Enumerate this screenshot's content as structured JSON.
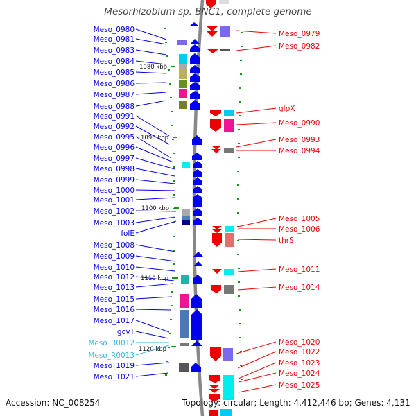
{
  "title": "Mesorhizobium sp. BNC1, complete genome",
  "footer": {
    "accession": "Accession: NC_008254",
    "summary": "Topology: circular; Length: 4,412,446 bp; Genes: 4,131"
  },
  "colors": {
    "forward_cds": "#0000ee",
    "reverse_cds": "#ee0000",
    "rna_label": "#33bbdd",
    "backbone": "#888888",
    "tick": "#119911"
  },
  "ticks": [
    "1080 kbp",
    "1090 kbp",
    "1100 kbp",
    "1110 kbp",
    "1120 kbp"
  ],
  "left_labels": [
    {
      "text": "Meso_0980",
      "kind": "cds"
    },
    {
      "text": "Meso_0981",
      "kind": "cds"
    },
    {
      "text": "Meso_0983",
      "kind": "cds"
    },
    {
      "text": "Meso_0984",
      "kind": "cds"
    },
    {
      "text": "Meso_0985",
      "kind": "cds"
    },
    {
      "text": "Meso_0986",
      "kind": "cds"
    },
    {
      "text": "Meso_0987",
      "kind": "cds"
    },
    {
      "text": "Meso_0988",
      "kind": "cds"
    },
    {
      "text": "Meso_0991",
      "kind": "cds"
    },
    {
      "text": "Meso_0992",
      "kind": "cds"
    },
    {
      "text": "Meso_0995",
      "kind": "cds"
    },
    {
      "text": "Meso_0996",
      "kind": "cds"
    },
    {
      "text": "Meso_0997",
      "kind": "cds"
    },
    {
      "text": "Meso_0998",
      "kind": "cds"
    },
    {
      "text": "Meso_0999",
      "kind": "cds"
    },
    {
      "text": "Meso_1000",
      "kind": "cds"
    },
    {
      "text": "Meso_1001",
      "kind": "cds"
    },
    {
      "text": "Meso_1002",
      "kind": "cds"
    },
    {
      "text": "Meso_1003",
      "kind": "cds"
    },
    {
      "text": "folE",
      "kind": "cds"
    },
    {
      "text": "Meso_1008",
      "kind": "cds"
    },
    {
      "text": "Meso_1009",
      "kind": "cds"
    },
    {
      "text": "Meso_1010",
      "kind": "cds"
    },
    {
      "text": "Meso_1012",
      "kind": "cds"
    },
    {
      "text": "Meso_1013",
      "kind": "cds"
    },
    {
      "text": "Meso_1015",
      "kind": "cds"
    },
    {
      "text": "Meso_1016",
      "kind": "cds"
    },
    {
      "text": "Meso_1017",
      "kind": "cds"
    },
    {
      "text": "gcvT",
      "kind": "cds"
    },
    {
      "text": "Meso_R0012",
      "kind": "rna"
    },
    {
      "text": "Meso_R0013",
      "kind": "rna"
    },
    {
      "text": "Meso_1019",
      "kind": "cds"
    },
    {
      "text": "Meso_1021",
      "kind": "cds"
    }
  ],
  "right_labels": [
    {
      "text": "Meso_0979"
    },
    {
      "text": "Meso_0982"
    },
    {
      "text": "glpX"
    },
    {
      "text": "Meso_0990"
    },
    {
      "text": "Meso_0993"
    },
    {
      "text": "Meso_0994"
    },
    {
      "text": "Meso_1005"
    },
    {
      "text": "Meso_1006"
    },
    {
      "text": "thrS"
    },
    {
      "text": "Meso_1011"
    },
    {
      "text": "Meso_1014"
    },
    {
      "text": "Meso_1020"
    },
    {
      "text": "Meso_1022"
    },
    {
      "text": "Meso_1023"
    },
    {
      "text": "Meso_1024"
    },
    {
      "text": "Meso_1025"
    }
  ]
}
